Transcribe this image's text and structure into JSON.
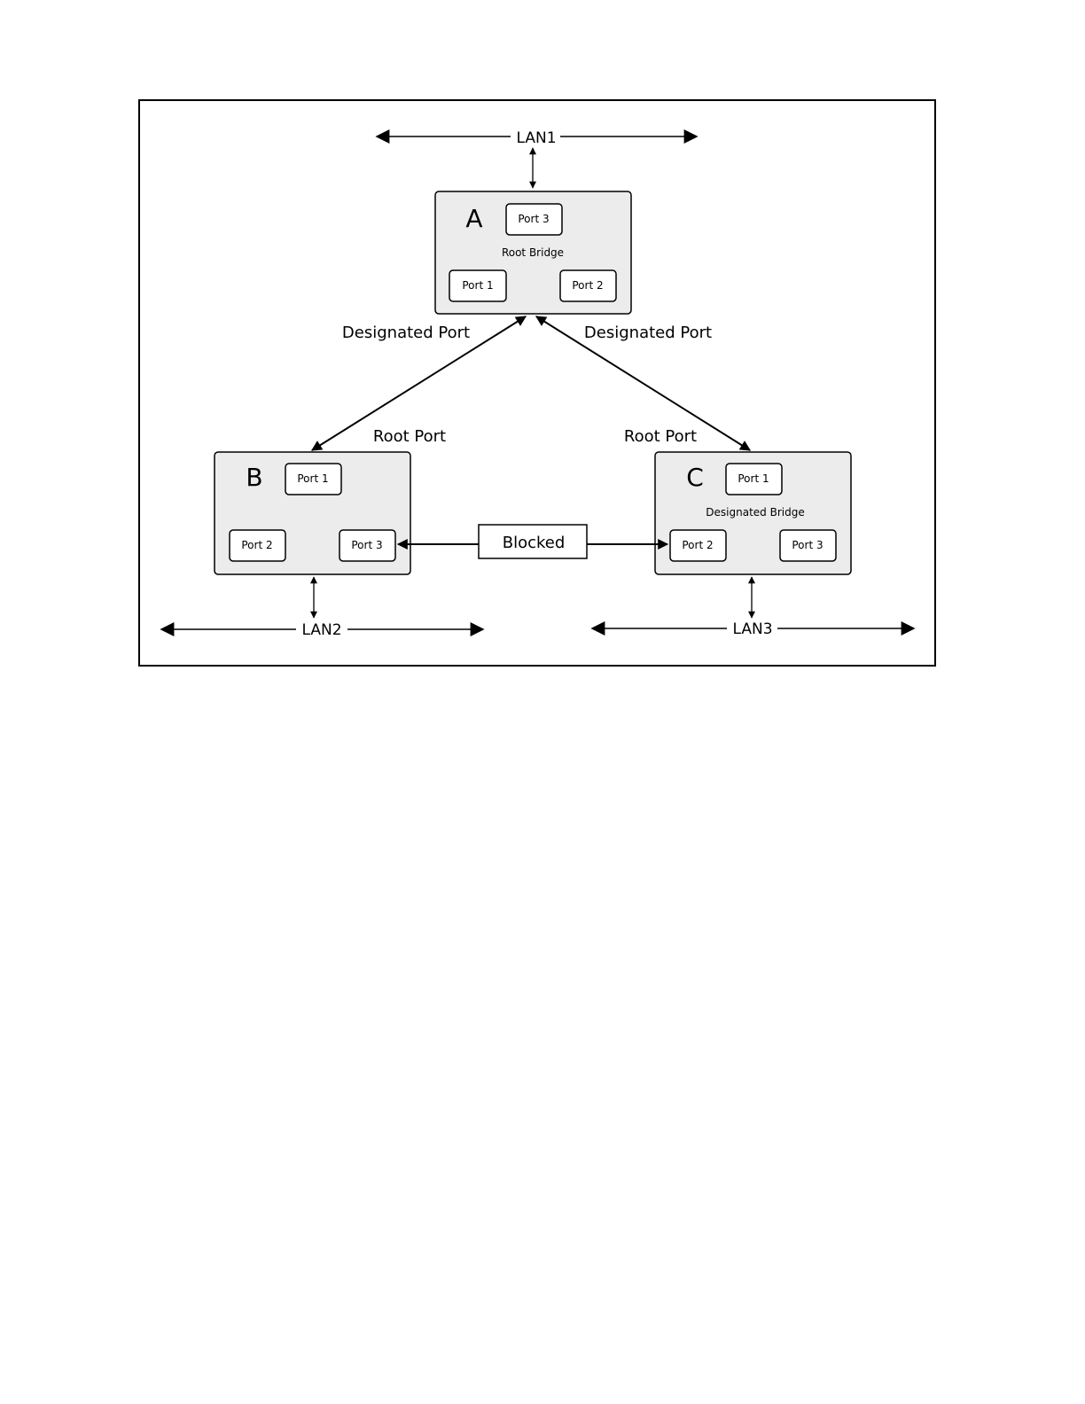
{
  "lans": {
    "lan1": "LAN1",
    "lan2": "LAN2",
    "lan3": "LAN3"
  },
  "bridges": {
    "a": {
      "letter": "A",
      "role": "Root Bridge",
      "ports": [
        "Port 3",
        "Port 1",
        "Port 2"
      ]
    },
    "b": {
      "letter": "B",
      "ports": [
        "Port 1",
        "Port 2",
        "Port 3"
      ]
    },
    "c": {
      "letter": "C",
      "role": "Designated Bridge",
      "ports": [
        "Port 1",
        "Port 2",
        "Port 3"
      ]
    }
  },
  "labels": {
    "designated_port_left": "Designated Port",
    "designated_port_right": "Designated Port",
    "root_port_left": "Root Port",
    "root_port_right": "Root Port",
    "blocked": "Blocked"
  },
  "colors": {
    "bridge_fill": "#ececec",
    "port_fill": "#ffffff",
    "line": "#000000"
  }
}
